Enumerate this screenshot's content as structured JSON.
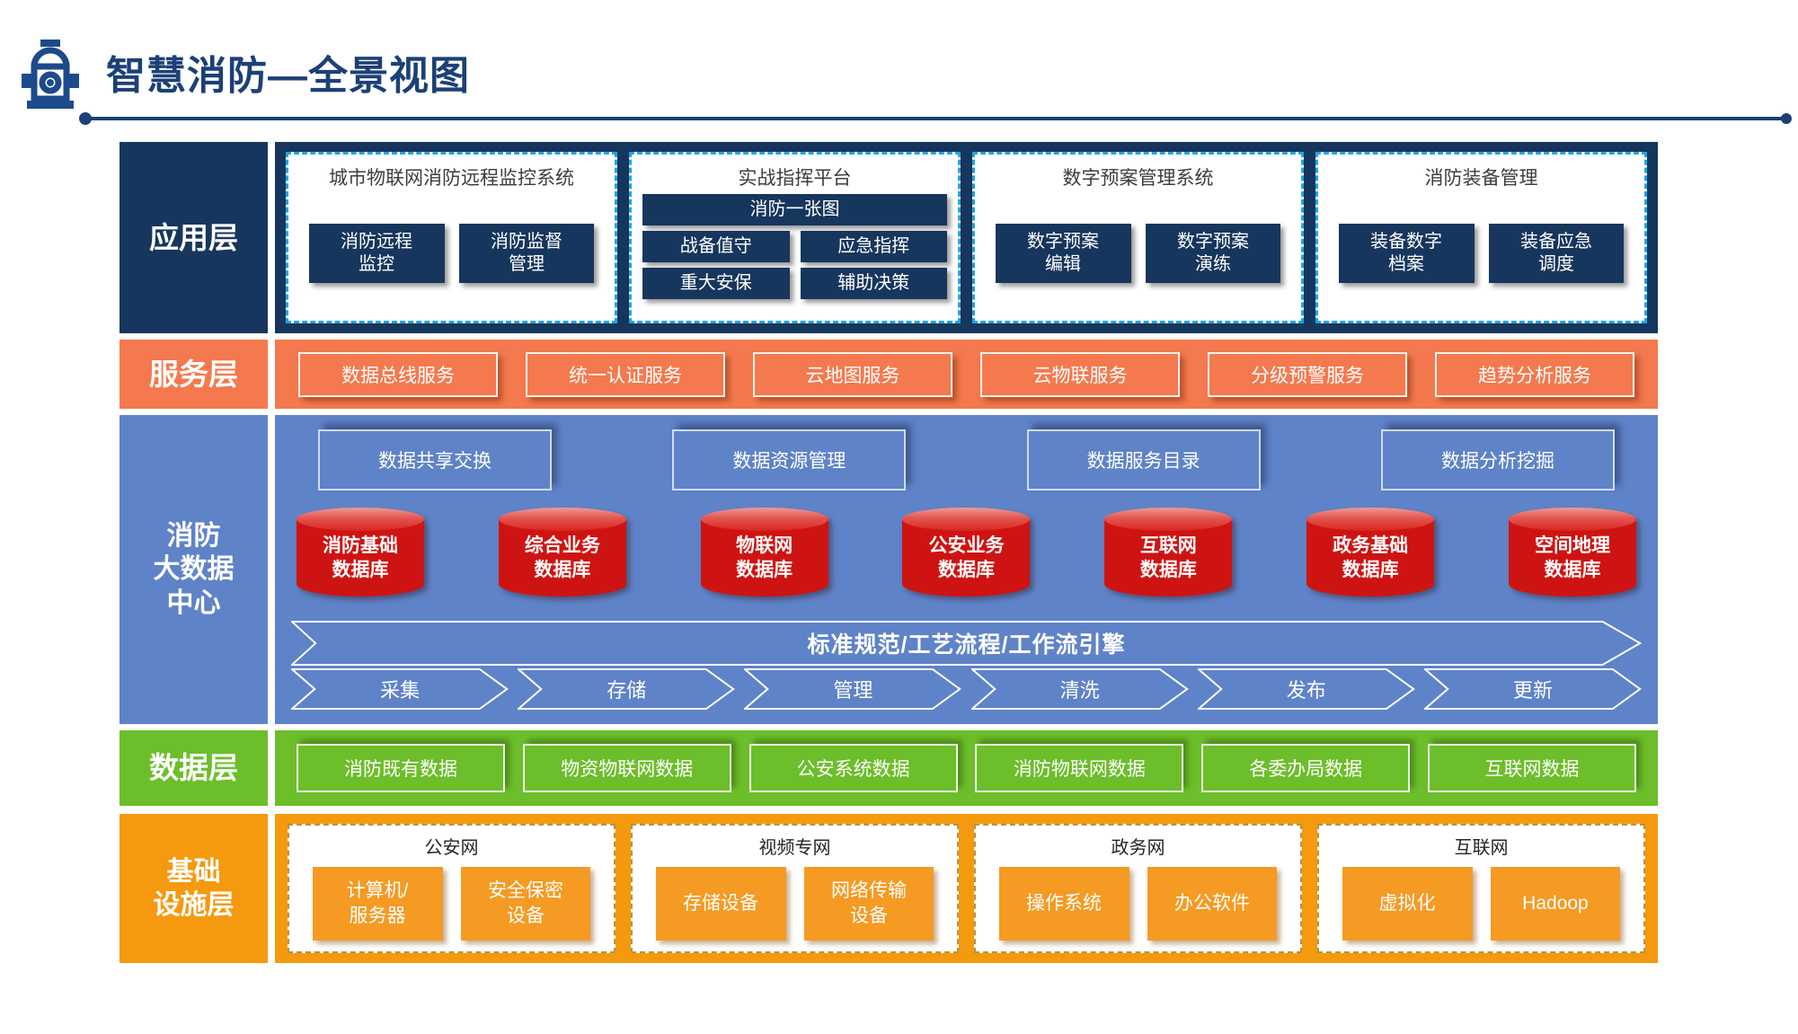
{
  "header": {
    "title": "智慧消防—全景视图"
  },
  "layers": {
    "application": {
      "label": "应用层",
      "systems": [
        {
          "title": "城市物联网消防远程监控系统",
          "modules": [
            "消防远程\n监控",
            "消防监督\n管理"
          ]
        },
        {
          "title": "实战指挥平台",
          "top_module": "消防一张图",
          "modules": [
            "战备值守",
            "应急指挥",
            "重大安保",
            "辅助决策"
          ]
        },
        {
          "title": "数字预案管理系统",
          "modules": [
            "数字预案\n编辑",
            "数字预案\n演练"
          ]
        },
        {
          "title": "消防装备管理",
          "modules": [
            "装备数字\n档案",
            "装备应急\n调度"
          ]
        }
      ]
    },
    "service": {
      "label": "服务层",
      "services": [
        "数据总线服务",
        "统一认证服务",
        "云地图服务",
        "云物联服务",
        "分级预警服务",
        "趋势分析服务"
      ]
    },
    "bigdata": {
      "label": "消防\n大数据\n中心",
      "platforms": [
        "数据共享交换",
        "数据资源管理",
        "数据服务目录",
        "数据分析挖掘"
      ],
      "databases": [
        "消防基础\n数据库",
        "综合业务\n数据库",
        "物联网\n数据库",
        "公安业务\n数据库",
        "互联网\n数据库",
        "政务基础\n数据库",
        "空间地理\n数据库"
      ],
      "banner": "标准规范/工艺流程/工作流引擎",
      "pipeline": [
        "采集",
        "存储",
        "管理",
        "清洗",
        "发布",
        "更新"
      ]
    },
    "data": {
      "label": "数据层",
      "sources": [
        "消防既有数据",
        "物资物联网数据",
        "公安系统数据",
        "消防物联网数据",
        "各委办局数据",
        "互联网数据"
      ]
    },
    "infrastructure": {
      "label": "基础\n设施层",
      "networks": [
        {
          "title": "公安网",
          "items": [
            "计算机/\n服务器",
            "安全保密\n设备"
          ]
        },
        {
          "title": "视频专网",
          "items": [
            "存储设备",
            "网络传输\n设备"
          ]
        },
        {
          "title": "政务网",
          "items": [
            "操作系统",
            "办公软件"
          ]
        },
        {
          "title": "互联网",
          "items": [
            "虚拟化",
            "Hadoop"
          ]
        }
      ]
    }
  },
  "colors": {
    "title_navy": "#1c4077",
    "application_navy": "#17365d",
    "dashed_cyan": "#1ca6e8",
    "service_coral": "#f4794e",
    "bigdata_blue": "#5f83c8",
    "database_red": "#ce1412",
    "data_green": "#6cbe2a",
    "infrastructure_orange": "#f5990f"
  }
}
